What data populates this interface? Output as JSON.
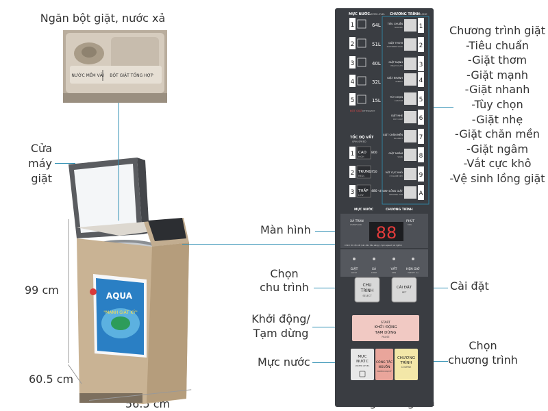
{
  "labels": {
    "detergent_drawer": "Ngăn bột giặt, nước xả",
    "lid_line1": "Cửa",
    "lid_line2": "máy",
    "lid_line3": "giặt",
    "height": "99 cm",
    "depth": "60.5 cm",
    "width": "56.5 cm",
    "display": "Màn hình",
    "select_cycle_line1": "Chọn",
    "select_cycle_line2": "chu trình",
    "start_pause_line1": "Khởi động/",
    "start_pause_line2": "Tạm dừng",
    "water_level": "Mực nước",
    "setting": "Cài đặt",
    "program_select_line1": "Chọn",
    "program_select_line2": "chương trình",
    "power_switch": "Công tắc nguồn"
  },
  "programs": {
    "heading": "Chương trình giặt",
    "items": [
      "-Tiêu chuẩn",
      "-Giặt thơm",
      "-Giặt mạnh",
      "-Giặt nhanh",
      "-Tùy chọn",
      "-Giặt nhẹ",
      "-Giặt chăn mền",
      "-Giặt ngâm",
      "-Vắt cực khô",
      "-Vệ sinh lồng giặt"
    ]
  },
  "drawer_photo": {
    "left_label": "NƯỚC MỀM VẢI",
    "right_label": "BỘT GIẶT TỔNG HỢP"
  },
  "machine": {
    "brand": "AQUA",
    "slogan": "\"MẠNH GIẶT KỸ\""
  },
  "panel": {
    "water_level_header": "MỰC NƯỚC",
    "water_level_header_en": "WATER LEVEL",
    "program_header": "CHƯƠNG TRÌNH",
    "program_header_en": "COURSE",
    "water_rows": [
      {
        "num": "1",
        "liters": "64L"
      },
      {
        "num": "2",
        "liters": "51L"
      },
      {
        "num": "3",
        "liters": "40L"
      },
      {
        "num": "4",
        "liters": "32L"
      },
      {
        "num": "5",
        "liters": "15L"
      }
    ],
    "detergent_note": "BỘT GIẶT",
    "detergent_note_en": "DETERGENT",
    "spin_header": "TỐC ĐỘ VẮT",
    "spin_header_en": "SPIN SPEED",
    "spin_rows": [
      {
        "num": "1",
        "name": "CAO",
        "en": "HIGH",
        "rpm": "800"
      },
      {
        "num": "2",
        "name": "TRUNG",
        "en": "MEDI.",
        "rpm": "750"
      },
      {
        "num": "3",
        "name": "THẤP",
        "en": "LOW",
        "rpm": "480"
      }
    ],
    "rpm_unit": "VÒNG/PHÚT",
    "program_rows": [
      {
        "name": "TIÊU CHUẨN",
        "en": "NORMAL",
        "num": "1"
      },
      {
        "name": "GIẶT THƠM",
        "en": "SOFTENER SOAK",
        "num": "2"
      },
      {
        "name": "GIẶT MẠNH",
        "en": "HEAVY DUTY",
        "num": "3"
      },
      {
        "name": "GIẶT NHANH",
        "en": "SPEEDY",
        "num": "4"
      },
      {
        "name": "TÙY CHỌN",
        "en": "CUSTOM",
        "num": "5"
      },
      {
        "name": "GIẶT NHẸ",
        "en": "DRY CARE",
        "num": "6"
      },
      {
        "name": "GIẶT CHĂN MỀN",
        "en": "BLANKET",
        "num": "7"
      },
      {
        "name": "GIẶT NGÂM",
        "en": "SOAK",
        "num": "8"
      },
      {
        "name": "VẮT CỰC KHÔ",
        "en": "CYCLONE DRY",
        "num": "9"
      },
      {
        "name": "VỆ SINH LỒNG GIẶT",
        "en": "WASHING TUB",
        "num": "A"
      }
    ],
    "lower_header_left": "MỰC NƯỚC",
    "lower_header_right": "CHƯƠNG TRÌNH",
    "display_left": "XẢ TRÀN",
    "display_left_en": "OVERFLOW",
    "display_right": "PHÚT",
    "display_right_en": "MIN",
    "display_digits": "88",
    "spin_note": "Chỉnh tốc độ vắt (các đèn đều sáng) - Spin speed (all lights)",
    "steps": [
      {
        "name": "GIẶT",
        "en": "WASH"
      },
      {
        "name": "XẢ",
        "en": "RINSE"
      },
      {
        "name": "VẮT",
        "en": "SPIN"
      },
      {
        "name": "HẸN GIỜ",
        "en": "PRESET (h)"
      }
    ],
    "btn_cycle_line1": "CHU",
    "btn_cycle_line2": "TRÌNH",
    "btn_cycle_en": "SELECT",
    "btn_setting": "CÀI ĐẶT",
    "btn_setting_en": "SET",
    "btn_start_line1": "START",
    "btn_start_line2": "KHỞI ĐỘNG",
    "btn_start_line3": "TẠM DỪNG",
    "btn_start_en": "PAUSE",
    "btn_water_line1": "MỰC",
    "btn_water_line2": "NƯỚC",
    "btn_water_en": "WATER LEVEL",
    "btn_power_line1": "CÔNG TẮC",
    "btn_power_line2": "NGUỒN",
    "btn_power_en": "POWER ON/OFF",
    "btn_course_line1": "CHƯƠNG",
    "btn_course_line2": "TRÌNH",
    "btn_course_en": "COURSE"
  },
  "colors": {
    "leader_line": "#2f8fb3",
    "panel_bg": "#3a3d42",
    "machine_body": "#c9b394",
    "display_red": "#e23b3b",
    "start_pad": "#f1c9c3",
    "power_pad": "#e9a59b",
    "course_pad": "#f3e7a8"
  }
}
